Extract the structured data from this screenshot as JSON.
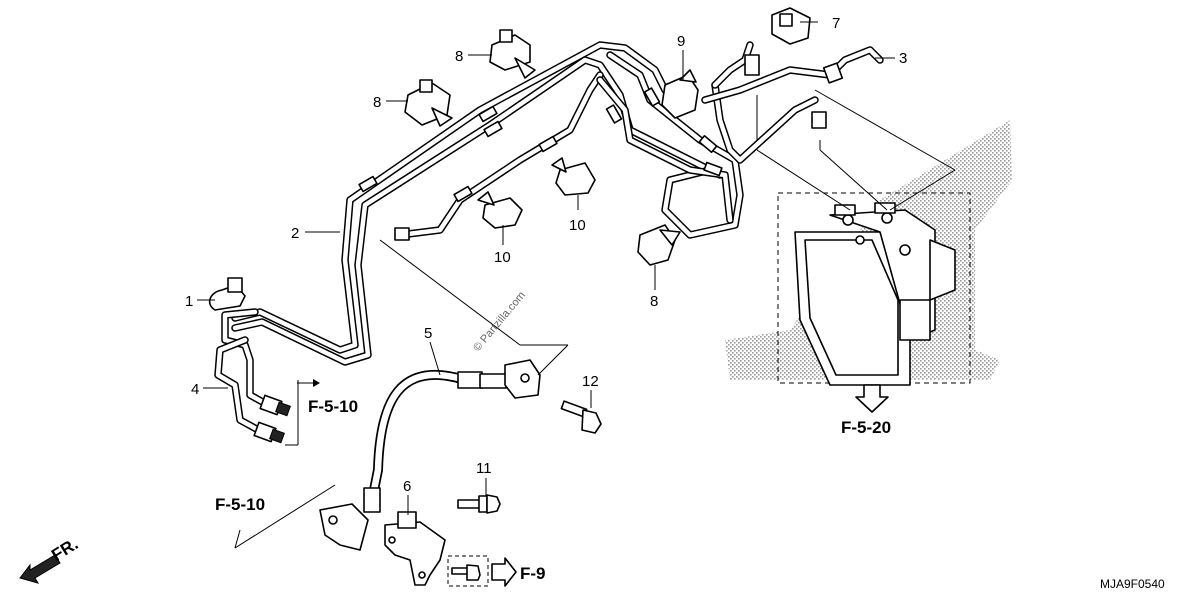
{
  "diagram": {
    "watermark": "© Partzilla.com",
    "drawing_code": "MJA9F0540",
    "direction_label": "FR.",
    "callouts": [
      {
        "id": "c1",
        "label": "1"
      },
      {
        "id": "c2",
        "label": "2"
      },
      {
        "id": "c3",
        "label": "3"
      },
      {
        "id": "c4",
        "label": "4"
      },
      {
        "id": "c5",
        "label": "5"
      },
      {
        "id": "c6",
        "label": "6"
      },
      {
        "id": "c7",
        "label": "7"
      },
      {
        "id": "c8a",
        "label": "8"
      },
      {
        "id": "c8b",
        "label": "8"
      },
      {
        "id": "c8c",
        "label": "8"
      },
      {
        "id": "c9",
        "label": "9"
      },
      {
        "id": "c10a",
        "label": "10"
      },
      {
        "id": "c10b",
        "label": "10"
      },
      {
        "id": "c11",
        "label": "11"
      },
      {
        "id": "c12",
        "label": "12"
      }
    ],
    "references": [
      {
        "id": "r1",
        "label": "F-5-10"
      },
      {
        "id": "r2",
        "label": "F-5-10"
      },
      {
        "id": "r3",
        "label": "F-5-20"
      },
      {
        "id": "r4",
        "label": "F-9"
      }
    ]
  }
}
